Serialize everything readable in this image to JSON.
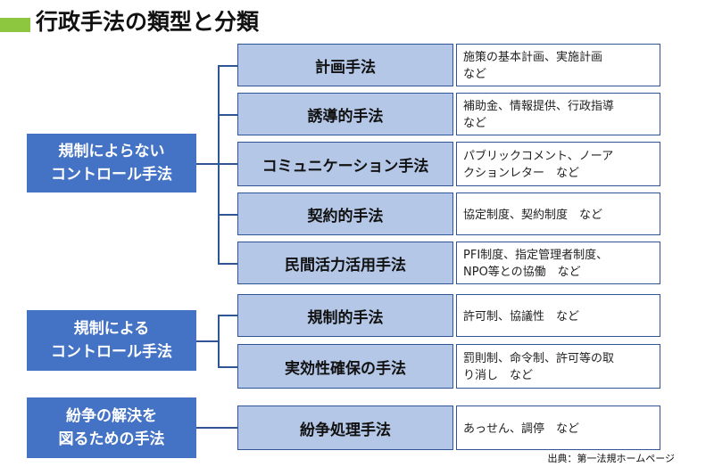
{
  "title": "行政手法の類型と分類",
  "source": "出典：第一法規ホームページ",
  "categories": [
    {
      "line1": "規制によらない",
      "line2": "コントロール手法"
    },
    {
      "line1": "規制による",
      "line2": "コントロール手法"
    },
    {
      "line1": "紛争の解決を",
      "line2": "図るための手法"
    }
  ],
  "methods": [
    {
      "name": "計画手法",
      "detail1": "施策の基本計画、実施計画",
      "detail2": "など"
    },
    {
      "name": "誘導的手法",
      "detail1": "補助金、情報提供、行政指導",
      "detail2": "など"
    },
    {
      "name": "コミュニケーション手法",
      "detail1": "パブリックコメント、ノーア",
      "detail2": "クションレター　など"
    },
    {
      "name": "契約的手法",
      "detail1": "協定制度、契約制度　など",
      "detail2": ""
    },
    {
      "name": "民間活力活用手法",
      "detail1": "PFI制度、指定管理者制度、",
      "detail2": "NPO等との協働　など"
    },
    {
      "name": "規制的手法",
      "detail1": "許可制、協議性　など",
      "detail2": ""
    },
    {
      "name": "実効性確保の手法",
      "detail1": "罰則制、命令制、許可等の取",
      "detail2": "り消し　など"
    },
    {
      "name": "紛争処理手法",
      "detail1": "あっせん、調停　など",
      "detail2": ""
    }
  ]
}
